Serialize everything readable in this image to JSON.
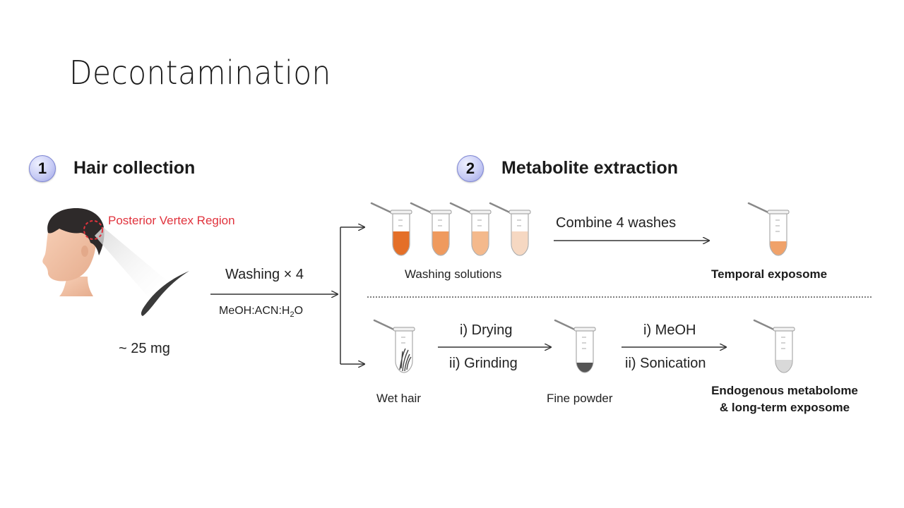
{
  "slide": {
    "title": "Decontamination"
  },
  "step1": {
    "number": "1",
    "title": "Hair collection",
    "region_label": "Posterior Vertex Region",
    "mass": "~ 25 mg"
  },
  "washing": {
    "label": "Washing × 4",
    "solvent_prefix": "MeOH:ACN:H",
    "solvent_sub": "2",
    "solvent_suffix": "O"
  },
  "step2": {
    "number": "2",
    "title": "Metabolite extraction"
  },
  "top_branch": {
    "washing_solutions": "Washing solutions",
    "combine": "Combine 4 washes",
    "result": "Temporal exposome"
  },
  "bottom_branch": {
    "wet_hair": "Wet hair",
    "drying": "i) Drying",
    "grinding": "ii) Grinding",
    "fine_powder": "Fine powder",
    "meoh": "i) MeOH",
    "sonication": "ii) Sonication",
    "result_line1": "Endogenous metabolome",
    "result_line2": "& long-term exposome"
  },
  "colors": {
    "arrow": "#333333",
    "region_marker": "#e0323c",
    "wash1": "#e46f28",
    "wash2": "#ef9a5e",
    "wash3": "#f4b98c",
    "wash4": "#f6d8c2",
    "temporal": "#f0a26a",
    "powder": "#555555",
    "extract": "#d9d9d9",
    "step_circle": "#c9cdf5"
  }
}
